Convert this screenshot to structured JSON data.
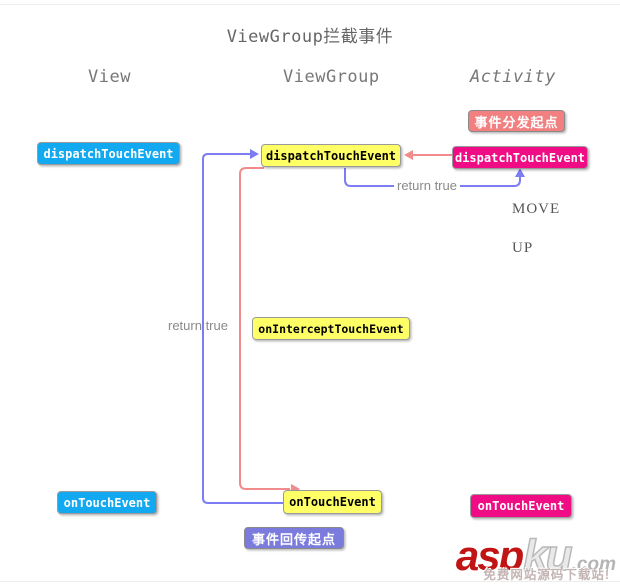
{
  "title": "ViewGroup拦截事件",
  "columns": {
    "view": "View",
    "viewgroup": "ViewGroup",
    "activity": "Activity"
  },
  "badges": {
    "dispatch_start": "事件分发起点",
    "return_start": "事件回传起点"
  },
  "nodes": {
    "view_dispatch": "dispatchTouchEvent",
    "viewgroup_dispatch": "dispatchTouchEvent",
    "activity_dispatch": "dispatchTouchEvent",
    "viewgroup_intercept": "onInterceptTouchEvent",
    "view_ontouch": "onTouchEvent",
    "viewgroup_ontouch": "onTouchEvent",
    "activity_ontouch": "onTouchEvent"
  },
  "labels": {
    "return_true_right": "return true",
    "return_true_left": "return true",
    "move": "MOVE",
    "up": "UP"
  },
  "watermark": {
    "asp": "asp",
    "ku": "ku",
    "dotcom": ".com",
    "tagline": "免费网站源码下载站!"
  },
  "colors": {
    "box_blue": "#12a9f0",
    "box_yellow": "#ffff66",
    "box_pink": "#f00c84",
    "badge_salmon": "#f28080",
    "badge_purple": "#7b7bde",
    "arrow_blue": "#7d7df3",
    "arrow_red": "#f28b8b",
    "watermark_red": "#c11414",
    "watermark_tag": "#c4b4b4"
  }
}
